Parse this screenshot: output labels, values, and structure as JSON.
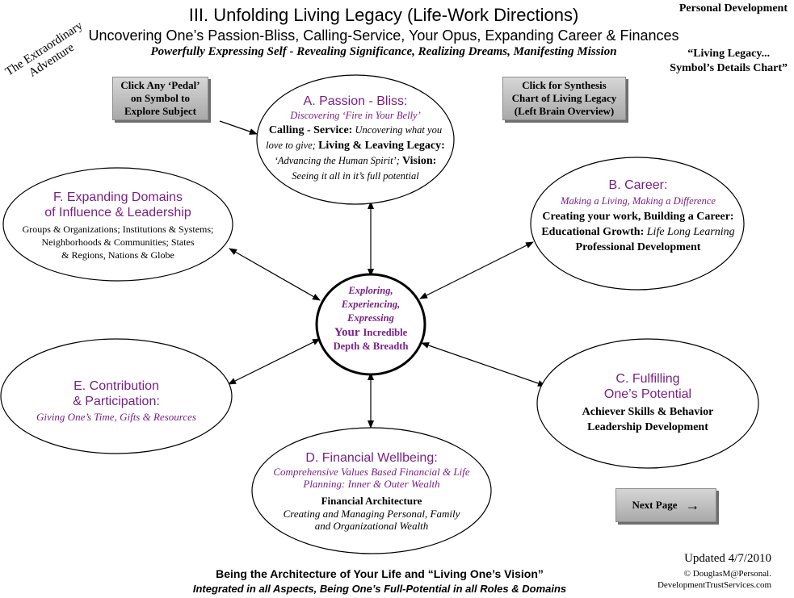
{
  "header": {
    "title": "III. Unfolding Living Legacy (Life-Work Directions)",
    "subtitle": "Uncovering One’s Passion-Bliss, Calling-Service, Your Opus, Expanding Career & Finances",
    "tagline": "Powerfully Expressing Self - Revealing Significance, Realizing Dreams, Manifesting Mission",
    "corner_label": "Personal Development",
    "chart_label_1": "“Living Legacy...",
    "chart_label_2": "Symbol’s Details Chart”",
    "adventure_1": "The Extraordinary",
    "adventure_2": "Adventure"
  },
  "buttons": {
    "pedal_1": "Click Any ‘Pedal’",
    "pedal_2": "on Symbol to",
    "pedal_3": "Explore Subject",
    "synth_1": "Click for Synthesis",
    "synth_2": "Chart of  Living Legacy",
    "synth_3": "(Left Brain Overview)",
    "next": "Next Page",
    "next_arrow": "→"
  },
  "center": {
    "line1": "Exploring,",
    "line2": "Experiencing,",
    "line3": "Expressing",
    "your": "Your",
    "incredible": "Incredible",
    "line5": "Depth & Breadth"
  },
  "nodes": {
    "a": {
      "title": "A. Passion - Bliss:",
      "sub": "Discovering ‘Fire in Your Belly’",
      "calling_label": "Calling - Service:",
      "calling_text": "Uncovering what you love to give;",
      "legacy_label": "Living & Leaving Legacy:",
      "legacy_text": "‘Advancing the Human Spirit’;",
      "vision_label": "Vision:",
      "vision_text": "Seeing it all in it’s full potential"
    },
    "b": {
      "title": "B. Career:",
      "sub": "Making a Living, Making a Difference",
      "line1": "Creating your work, Building a Career:",
      "line2_label": "Educational Growth:",
      "line2_text": "Life Long Learning",
      "line3": "Professional Development"
    },
    "c": {
      "title1": "C. Fulfilling",
      "title2": "One’s Potential",
      "line1": "Achiever Skills & Behavior",
      "line2": "Leadership Development"
    },
    "d": {
      "title": "D. Financial Wellbeing:",
      "sub1": "Comprehensive Values Based Financial & Life",
      "sub2": "Planning: Inner & Outer Wealth",
      "line1": "Financial Architecture",
      "line2": "Creating and Managing Personal, Family",
      "line3": "and Organizational Wealth"
    },
    "e": {
      "title1": "E. Contribution",
      "title2": "& Participation:",
      "sub": "Giving One’s Time, Gifts & Resources"
    },
    "f": {
      "title1": "F. Expanding Domains",
      "title2": "of Influence & Leadership",
      "line1": "Groups & Organizations; Institutions & Systems;",
      "line2": "Neighborhoods & Communities; States",
      "line3": "& Regions, Nations & Globe"
    }
  },
  "footer": {
    "line1": "Being the Architecture of Your Life and “Living One’s Vision”",
    "line2": "Integrated in all Aspects, Being One’s Full-Potential in all Roles & Domains",
    "updated": "Updated 4/7/2010",
    "copyright_1": "© DouglasM@Personal.",
    "copyright_2": "DevelopmentTrustServices.com"
  }
}
